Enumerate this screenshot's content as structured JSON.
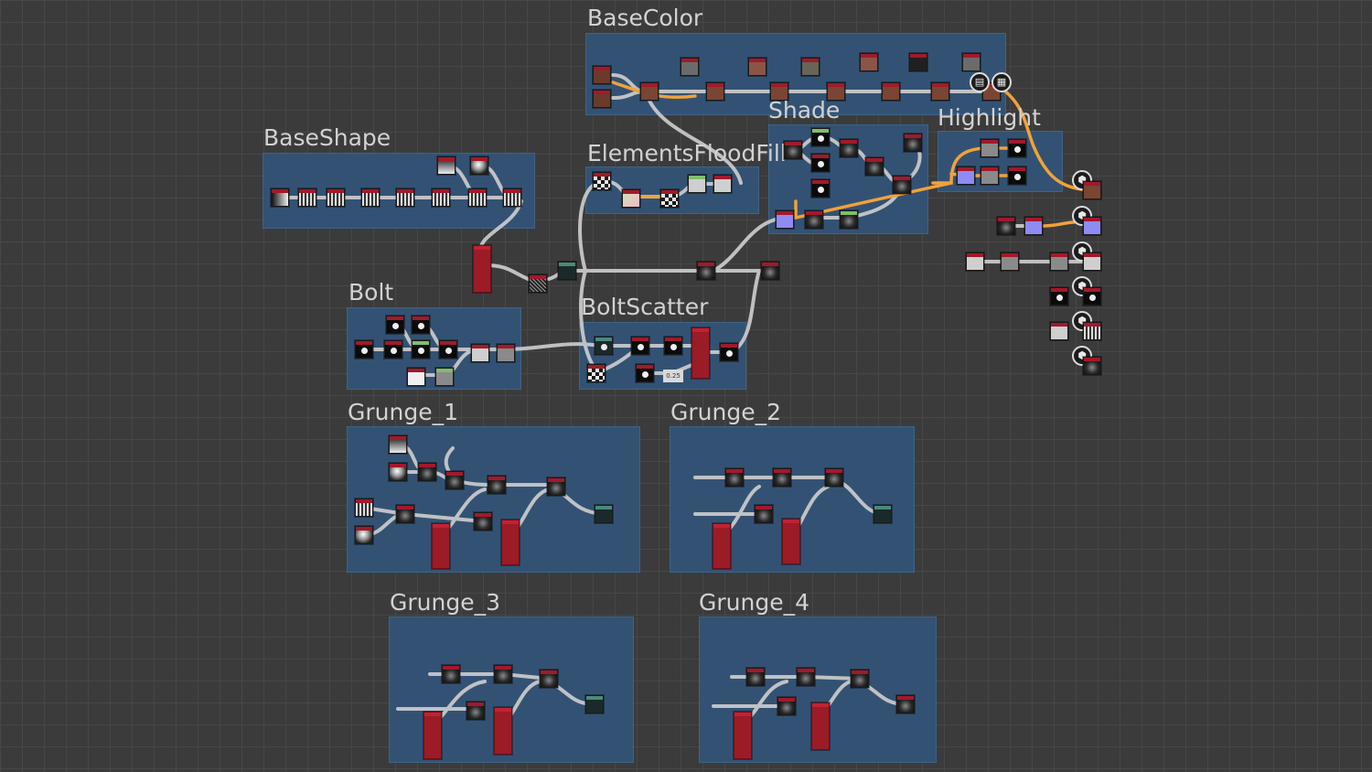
{
  "frames": {
    "basecolor": "BaseColor",
    "baseshape": "BaseShape",
    "elementsfloodfill": "ElementsFloodFill",
    "shade": "Shade",
    "highlight": "Highlight",
    "bolt": "Bolt",
    "boltscatter": "BoltScatter",
    "grunge_1": "Grunge_1",
    "grunge_2": "Grunge_2",
    "grunge_3": "Grunge_3",
    "grunge_4": "Grunge_4"
  },
  "value_node": "0.25",
  "output_icons": [
    "basecolor-output-icon",
    "normal-output-icon",
    "roughness-output-icon",
    "metallic-output-icon",
    "height-output-icon",
    "ao-output-icon"
  ],
  "colors": {
    "canvas": "#3b3b3b",
    "frame": "#335273",
    "wire": "#cfcfcf",
    "wire_highlight": "#f0a23a",
    "node_header": "#a3192a"
  }
}
